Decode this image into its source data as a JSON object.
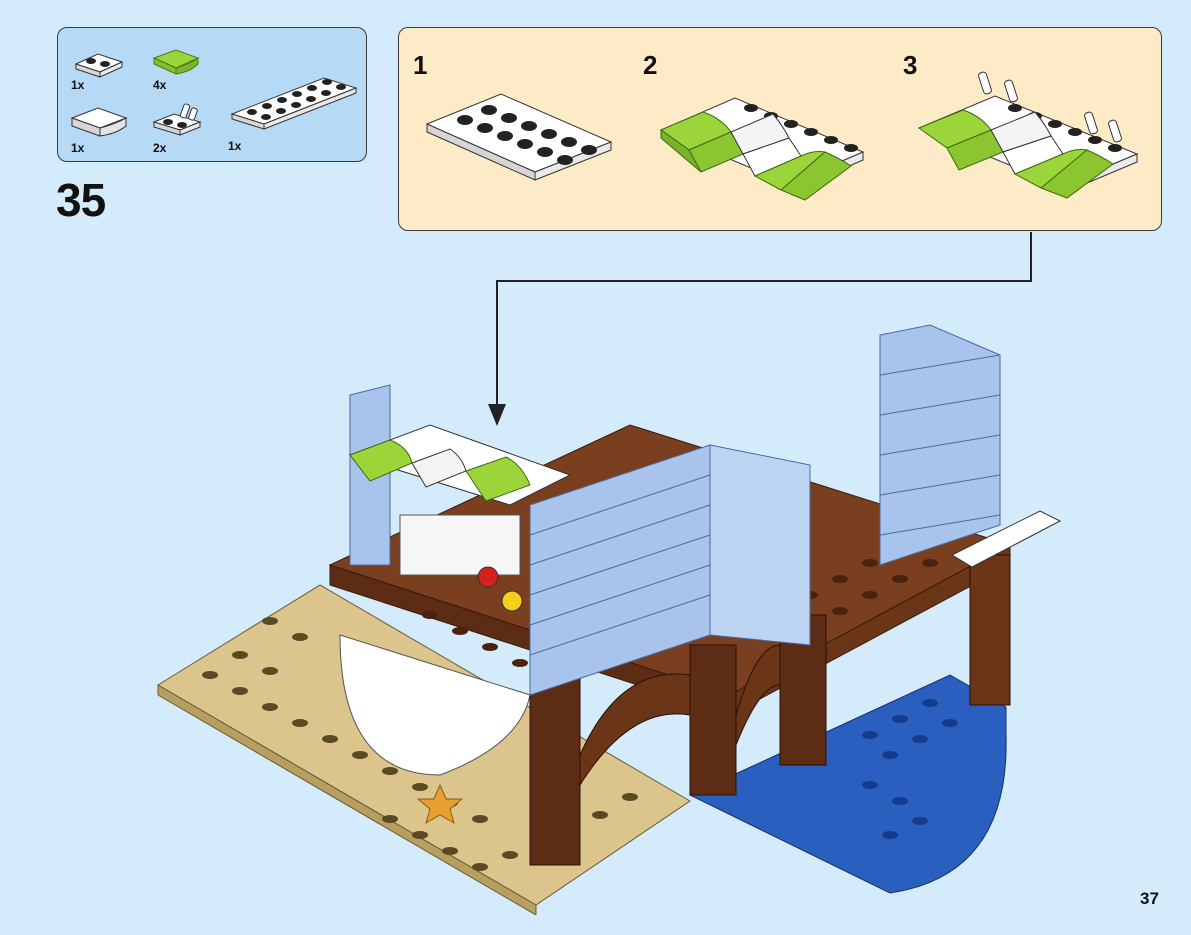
{
  "step_number": "35",
  "page_number": "37",
  "parts": [
    {
      "name": "plate-1x2-white",
      "qty": "1x",
      "color": "#ffffff"
    },
    {
      "name": "curved-slope-lime",
      "qty": "4x",
      "color": "#9bd53a"
    },
    {
      "name": "curved-slope-white",
      "qty": "1x",
      "color": "#ffffff"
    },
    {
      "name": "plate-clip-white",
      "qty": "2x",
      "color": "#ffffff"
    },
    {
      "name": "plate-2x6-white",
      "qty": "1x",
      "color": "#ffffff"
    }
  ],
  "substeps": [
    {
      "number": "1"
    },
    {
      "number": "2"
    },
    {
      "number": "3"
    }
  ],
  "colors": {
    "background": "#d3ebfb",
    "parts_panel": "#b6d9f5",
    "substep_panel": "#fdebc8",
    "lime": "#9bd53a",
    "light_blue_brick": "#a8c4ec",
    "reddish_brown": "#6b3518",
    "tan": "#dcc58d",
    "blue": "#2a5fc0"
  }
}
